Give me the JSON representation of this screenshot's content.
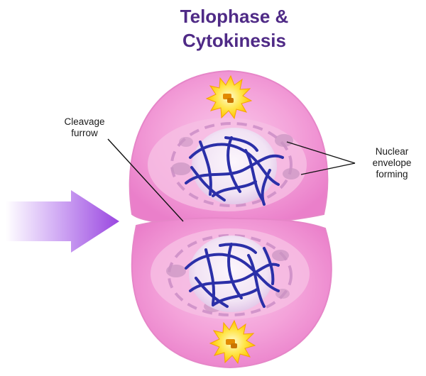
{
  "title": {
    "line1": "Telophase &",
    "line2": "Cytokinesis"
  },
  "labels": {
    "cleavage_line1": "Cleavage",
    "cleavage_line2": "furrow",
    "nuclear_line1": "Nuclear",
    "nuclear_line2": "envelope",
    "nuclear_line3": "forming"
  },
  "colors": {
    "title": "#4f2a86",
    "cell_fill": "#f39ad6",
    "cell_inner": "#f7c4e6",
    "nucleus": "#f8eefa",
    "chromatin": "#2b2fa8",
    "centrosome": "#ffd21f",
    "arrow": "#9a47e0"
  },
  "icons": [
    "centrosome-icon-top",
    "centrosome-icon-bottom",
    "direction-arrow-icon"
  ]
}
